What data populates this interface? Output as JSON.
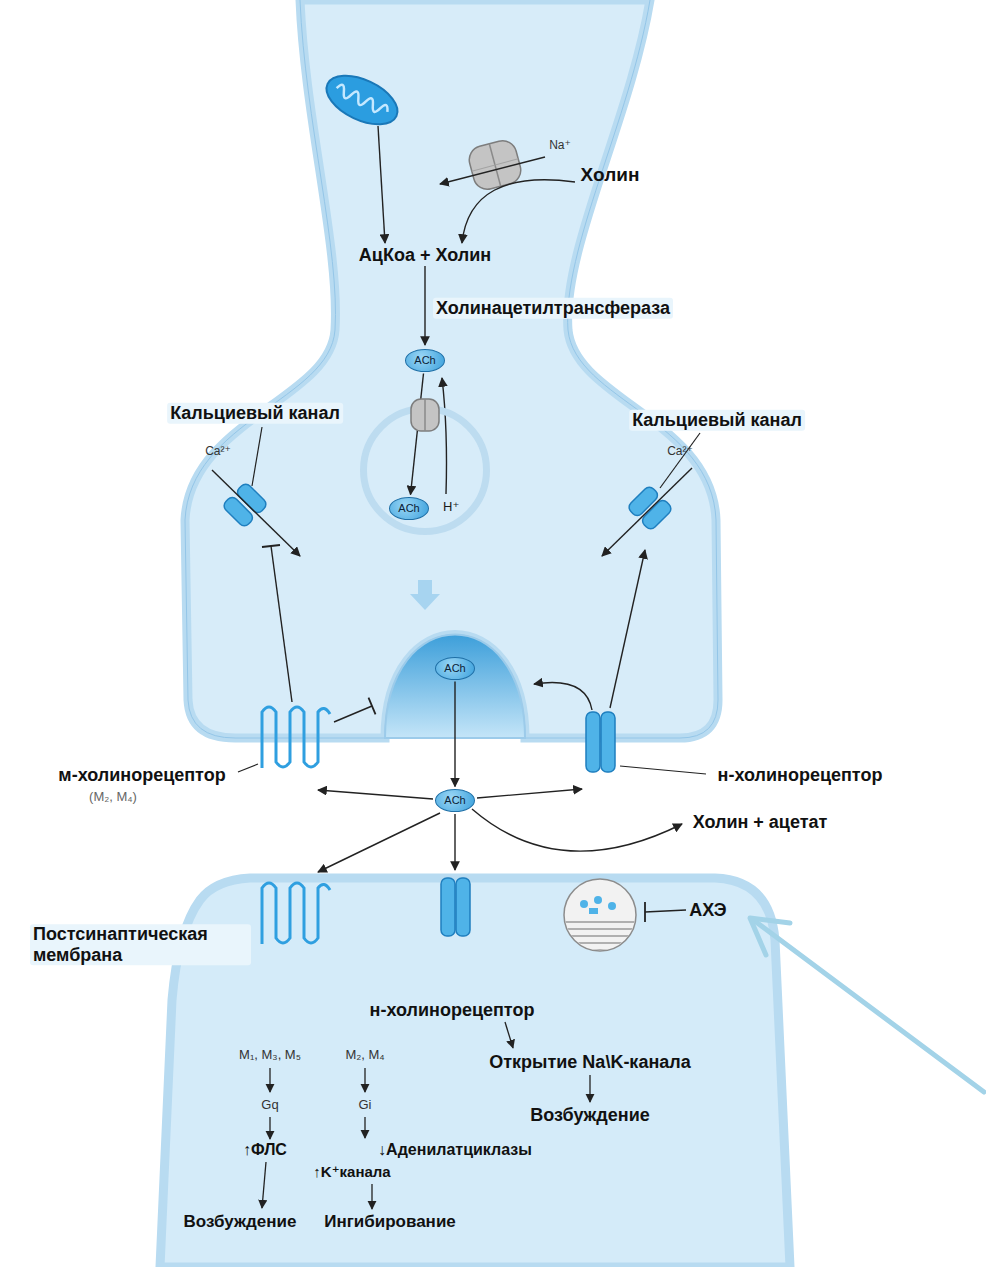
{
  "diagram": {
    "nodes": [
      {
        "text": [
          "ACh"
        ]
      },
      {
        "text": [
          "H⁺"
        ]
      },
      {
        "text": [
          "ACh"
        ],
        "in": 1
      },
      {
        "text": [
          "ACh"
        ]
      },
      {
        "text": [
          "ACh"
        ]
      }
    ],
    "edges": [
      {
        "from": 0,
        "to": 2,
        "arrow": "to"
      },
      {
        "from": 3,
        "to": 4,
        "arrow": "to"
      }
    ],
    "labels": [
      "Na⁺",
      "Холин",
      "АцКоа + Холин",
      "Холинацетилтрансфераза",
      "Кальциевый канал",
      "Кальциевый канал",
      "Ca²⁺",
      "Ca²⁺",
      "м-холинорецептор",
      "(M₂, M₄)",
      "н-холинорецептор",
      "Холин + ацетат",
      "АХЭ",
      "Постсинаптическая мембрана",
      "н-холинорецептор",
      "M₁, M₃, M₅",
      "M₂, M₄",
      "Открытие Na\\K-канала",
      "Gq",
      "Gi",
      "Возбуждение",
      "↑ФЛС",
      "↓Аденилатциклазы",
      "↑K⁺канала",
      "Возбуждение",
      "Ингибирование"
    ]
  }
}
